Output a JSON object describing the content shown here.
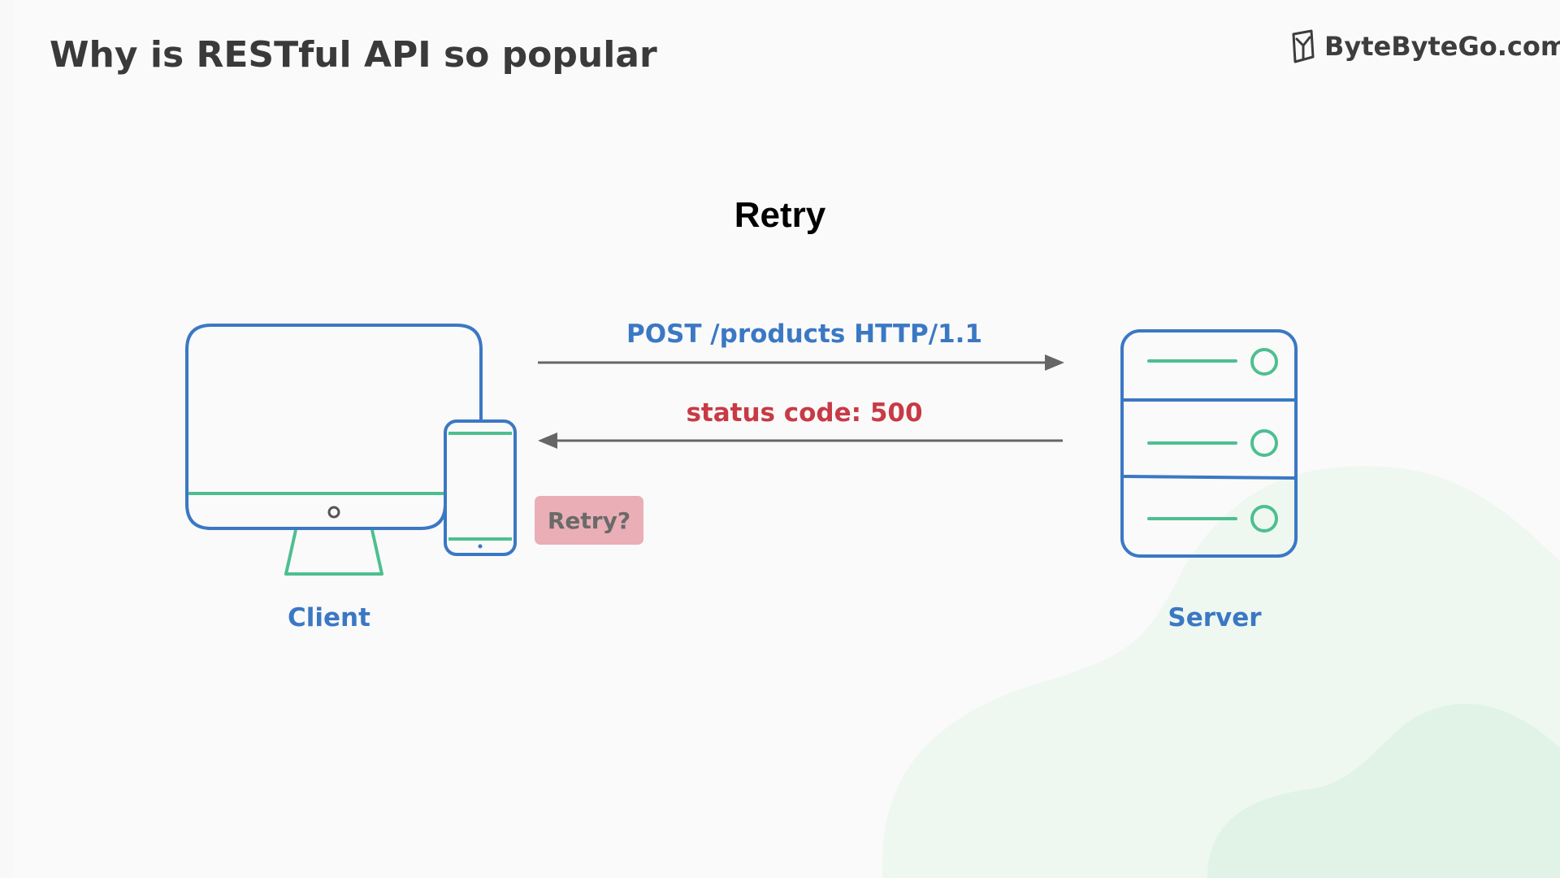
{
  "header": {
    "title": "Why is RESTful API so popular"
  },
  "brand": {
    "logo_text": "ByteByteGo.com",
    "logo_icon": "bytebytego-logo-icon"
  },
  "slide": {
    "heading": "Retry"
  },
  "flow": {
    "request_label": "POST /products HTTP/1.1",
    "response_label": "status code: 500",
    "retry_prompt": "Retry?"
  },
  "nodes": {
    "client_label": "Client",
    "server_label": "Server",
    "client_icon": "desktop-and-phone-icon",
    "server_icon": "server-rack-icon"
  },
  "colors": {
    "blue": "#3b78c4",
    "green": "#4dbf8f",
    "red": "#c83a45",
    "arrow_gray": "#666666",
    "badge_pink": "#eaaeb6"
  }
}
